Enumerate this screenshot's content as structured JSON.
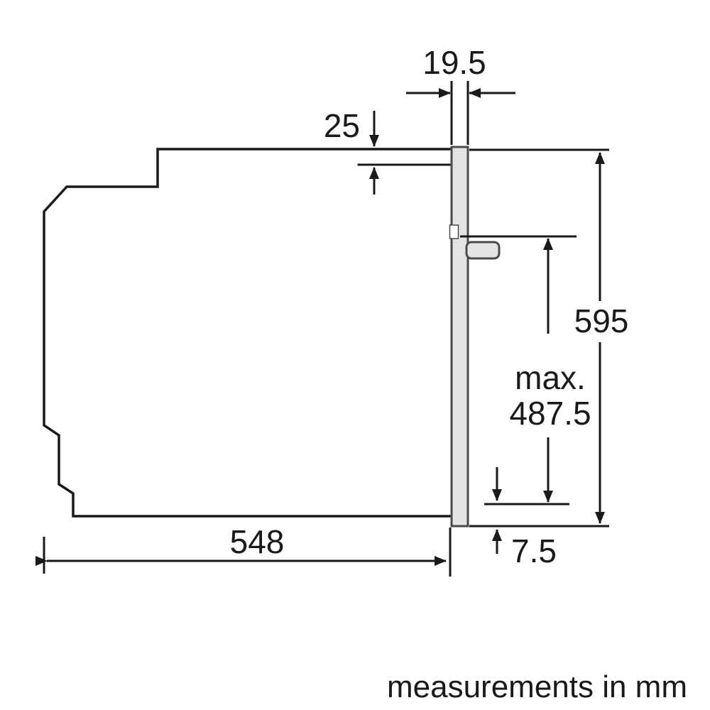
{
  "diagram": {
    "type": "appliance-installation-dimension-drawing",
    "subject": "built-in oven side profile",
    "caption": "measurements in mm",
    "dimensions": {
      "panel_thickness": "19.5",
      "top_recess": "25",
      "total_height": "595",
      "max_label": "max.",
      "max_value": "487.5",
      "bottom_overhang": "7.5",
      "body_depth": "548"
    },
    "colors": {
      "line": "#1a1a1a",
      "panel-fill": "#e4e4e4",
      "panel-stroke": "#4a4a4a",
      "background": "#ffffff"
    }
  }
}
